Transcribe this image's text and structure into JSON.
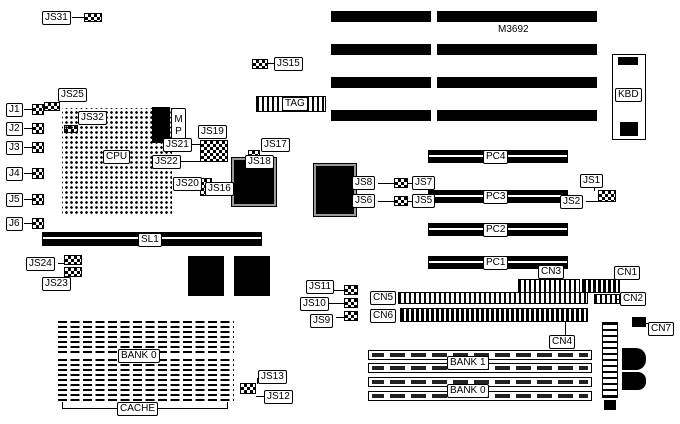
{
  "part_number": "M3692",
  "callouts": {
    "js31": "JS31",
    "js15": "JS15",
    "kbd": "KBD",
    "tag": "TAG",
    "js25": "JS25",
    "js32": "JS32",
    "j1": "J1",
    "j2": "J2",
    "j3": "J3",
    "j4": "J4",
    "j5": "J5",
    "j6": "J6",
    "cpu": "CPU",
    "mp": "MP",
    "js19": "JS19",
    "js21": "JS21",
    "js17": "JS17",
    "js22": "JS22",
    "js18": "JS18",
    "js20": "JS20",
    "js16": "JS16",
    "sl1": "SL1",
    "js24": "JS24",
    "js23": "JS23",
    "js8": "JS8",
    "js7": "JS7",
    "js6": "JS6",
    "js5": "JS5",
    "pc4": "PC4",
    "pc3": "PC3",
    "pc2": "PC2",
    "pc1": "PC1",
    "js1": "JS1",
    "js2": "JS2",
    "cn3": "CN3",
    "cn1": "CN1",
    "cn2": "CN2",
    "js11": "JS11",
    "js10": "JS10",
    "js9": "JS9",
    "cn5": "CN5",
    "cn6": "CN6",
    "cn4": "CN4",
    "cn7": "CN7",
    "bank1_simm": "BANK 1",
    "bank0_simm": "BANK 0",
    "bank0_cache": "BANK 0",
    "cache": "CACHE",
    "js13": "JS13",
    "js12": "JS12"
  }
}
